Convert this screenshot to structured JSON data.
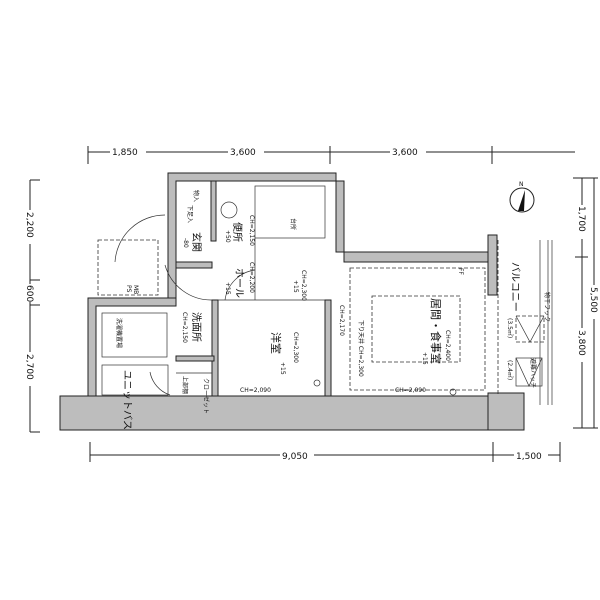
{
  "dimensions": {
    "top": [
      "1,850",
      "3,600",
      "3,600"
    ],
    "bottom": [
      "9,050",
      "1,500"
    ],
    "left": [
      "2,200",
      "600",
      "2,700"
    ],
    "right_inner": [
      "1,700",
      "3,800"
    ],
    "right_outer": "5,500"
  },
  "compass": "N",
  "rooms": {
    "entrance": "玄関",
    "entrance_level": "-80",
    "toilet": "便所",
    "toilet_ch": "CH=2,150",
    "toilet_level": "+50",
    "storage": "物入",
    "shoe_box": "下足入",
    "hall": "ホール",
    "hall_ch": "CH=2,200",
    "hall_level": "+15",
    "kitchen": "台所",
    "corridor_ch": "CH=2,300",
    "corridor_level": "+15",
    "washroom": "洗面所",
    "washroom_ch": "CH=2,150",
    "laundry": "洗濯機置場",
    "bath": "ユニットバス",
    "closet": "クローゼット",
    "upper_shelf": "上部棚",
    "western_room": "洋室",
    "western_ch": "CH=2,300",
    "western_level": "+15",
    "western_beam_ch": "CH=2,090",
    "living": "居間・食事室",
    "living_ch": "CH=2,400",
    "living_level": "+15",
    "lowered_ceiling": "下り天井 CH=2,300",
    "wall_ch": "CH=2,170",
    "living_beam_ch": "CH=2,090",
    "balcony": "バルコニー",
    "drying_hook": "物干フック",
    "ac_area": "(3.5㎡)",
    "hatch": "避難ハッチ",
    "hatch_area": "(2.4㎡)",
    "mb": "MB",
    "ps": "PS",
    "ff": "FF"
  }
}
